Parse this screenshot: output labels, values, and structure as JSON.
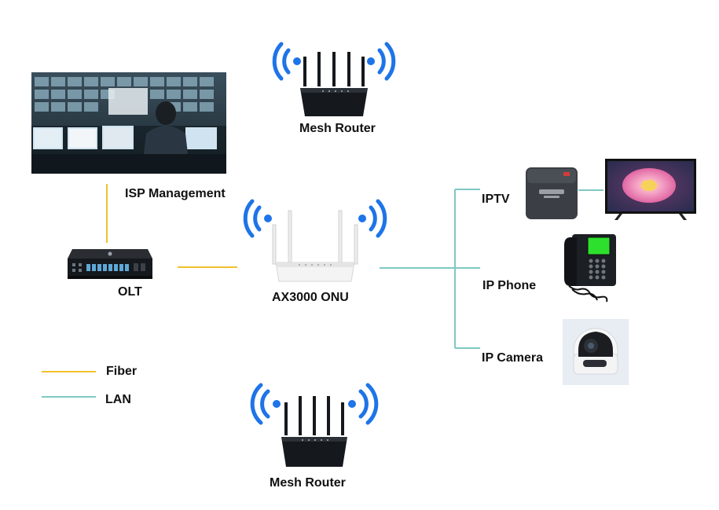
{
  "colors": {
    "fiber": "#f2c02c",
    "lan": "#80c8c4",
    "wifi": "#1e74e8",
    "device_dark": "#1c1f24",
    "onu_body": "#f2f2f2"
  },
  "nodes": {
    "isp_management": {
      "label": "ISP Management",
      "icon": "control-room-photo"
    },
    "olt": {
      "label": "OLT",
      "icon": "olt-rack-switch-icon"
    },
    "onu": {
      "label": "AX3000 ONU",
      "icon": "onu-router-icon"
    },
    "mesh_router_top": {
      "label": "Mesh Router",
      "icon": "mesh-router-icon"
    },
    "mesh_router_bottom": {
      "label": "Mesh Router",
      "icon": "mesh-router-icon"
    },
    "iptv": {
      "label": "IPTV",
      "icon": "set-top-box-and-tv-icon"
    },
    "ip_phone": {
      "label": "IP Phone",
      "icon": "desk-phone-icon"
    },
    "ip_camera": {
      "label": "IP Camera",
      "icon": "dome-camera-icon"
    }
  },
  "legend": [
    {
      "label": "Fiber",
      "color_key": "fiber"
    },
    {
      "label": "LAN",
      "color_key": "lan"
    }
  ]
}
